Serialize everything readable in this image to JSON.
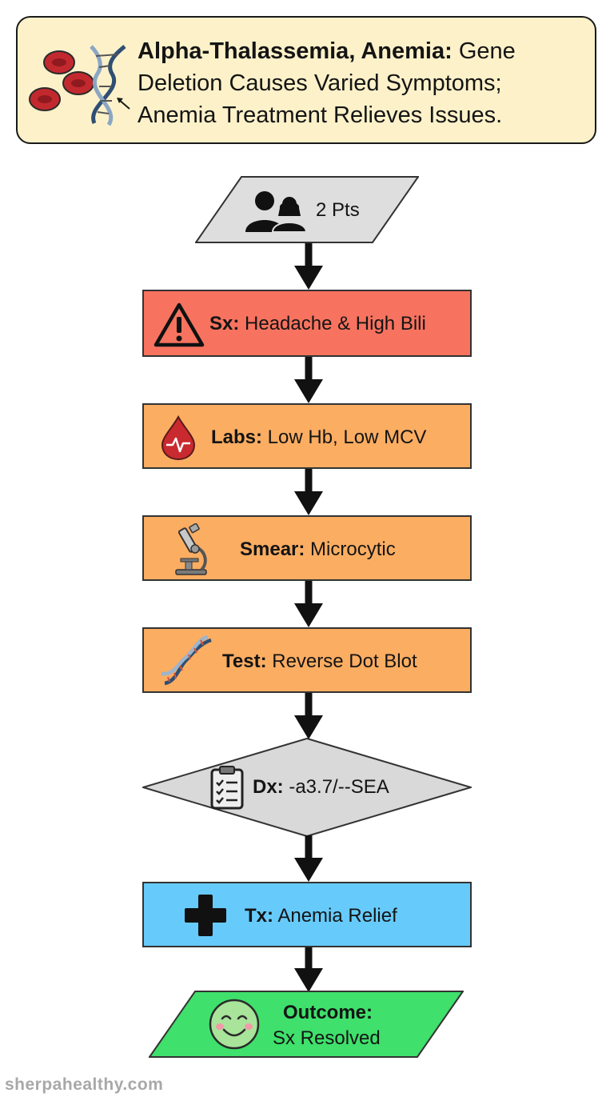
{
  "title": {
    "bold": "Alpha-Thalassemia, Anemia:",
    "rest": " Gene Deletion Causes Varied Symptoms; Anemia Treatment Relieves Issues."
  },
  "icons": {
    "title": "dna-rbc-icon",
    "patients": "patients-icon",
    "symptoms": "warning-icon",
    "labs": "blood-drop-icon",
    "smear": "microscope-icon",
    "test": "dna-icon",
    "diagnosis": "clipboard-icon",
    "treatment": "medical-cross-icon",
    "outcome": "smiley-icon"
  },
  "colors": {
    "title_bg": "#fcf1c9",
    "input_bg": "#dedede",
    "symptoms_bg": "#f7735f",
    "workup_bg": "#fbad62",
    "decision_bg": "#d9d9d9",
    "treatment_bg": "#66cbfb",
    "outcome_bg": "#3fe06b"
  },
  "nodes": {
    "patients": {
      "text": "2 Pts"
    },
    "symptoms": {
      "bold": "Sx:",
      "rest": " Headache & High Bili"
    },
    "labs": {
      "bold": "Labs:",
      "rest": " Low Hb, Low MCV"
    },
    "smear": {
      "bold": "Smear:",
      "rest": " Microcytic"
    },
    "test": {
      "bold": "Test:",
      "rest": " Reverse Dot Blot"
    },
    "diagnosis": {
      "bold": "Dx:",
      "rest": " -a3.7/--SEA"
    },
    "treatment": {
      "bold": "Tx:",
      "rest": " Anemia Relief"
    },
    "outcome": {
      "bold": "Outcome:",
      "rest": "Sx Resolved"
    }
  },
  "watermark": "sherpahealthy.com"
}
